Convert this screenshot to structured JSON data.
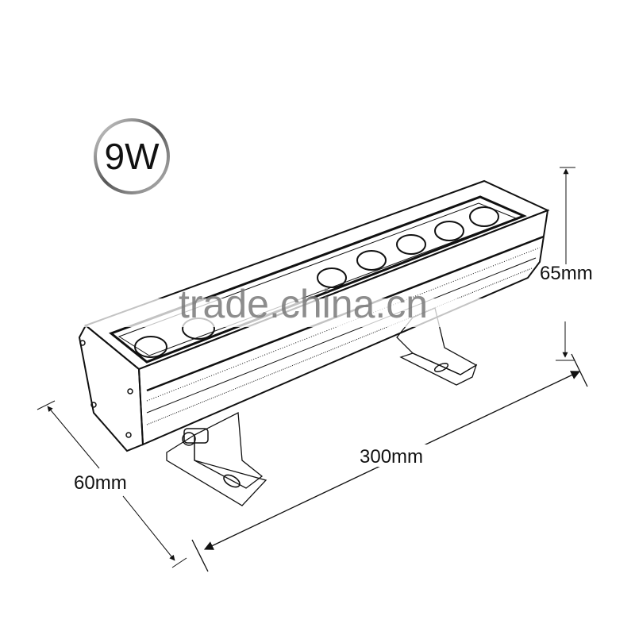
{
  "badge": {
    "label": "9W"
  },
  "dimensions": {
    "height": "65mm",
    "length": "300mm",
    "depth": "60mm"
  },
  "watermark": {
    "text": "trade.china.cn"
  },
  "product": {
    "led_count": 7
  },
  "colors": {
    "line": "#111111",
    "background": "#ffffff",
    "watermark": "#7a7a7a"
  }
}
